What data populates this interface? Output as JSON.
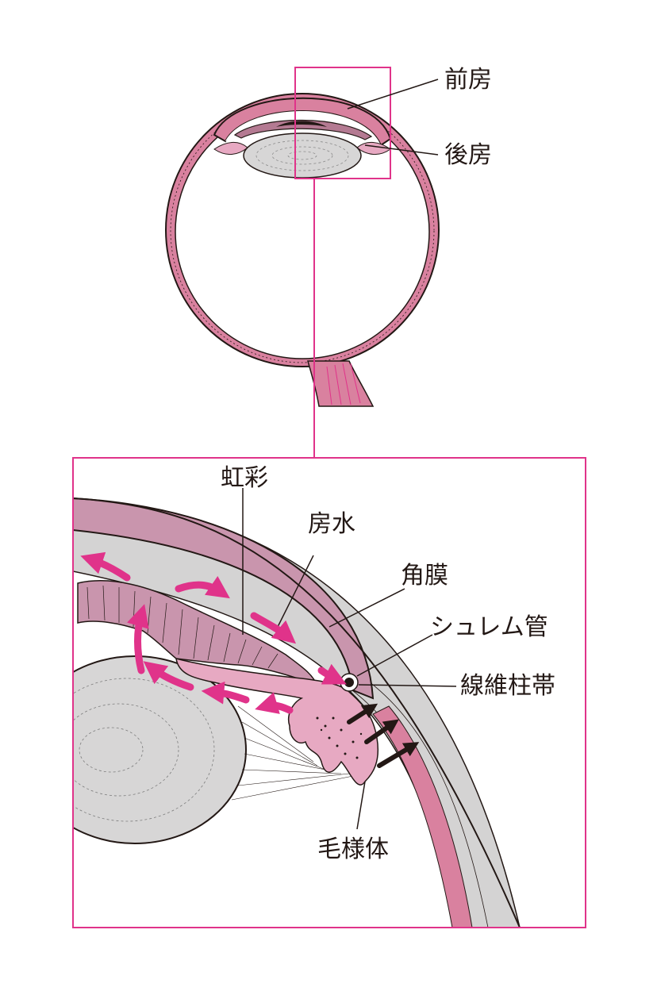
{
  "figure": {
    "labels": {
      "anterior_chamber": "前房",
      "posterior_chamber": "後房",
      "iris": "虹彩",
      "aqueous_humor": "房水",
      "cornea": "角膜",
      "schlemm_canal": "シュレム管",
      "trabecular_meshwork": "線維柱帯",
      "ciliary_body": "毛様体"
    },
    "colors": {
      "highlight": "#e0338a",
      "tissue_pink": "#d9819f",
      "tissue_pink_light": "#c995ad",
      "sclera_gray": "#d4d3d3",
      "lens_gray": "#d7d6d6",
      "outline": "#231815"
    }
  }
}
